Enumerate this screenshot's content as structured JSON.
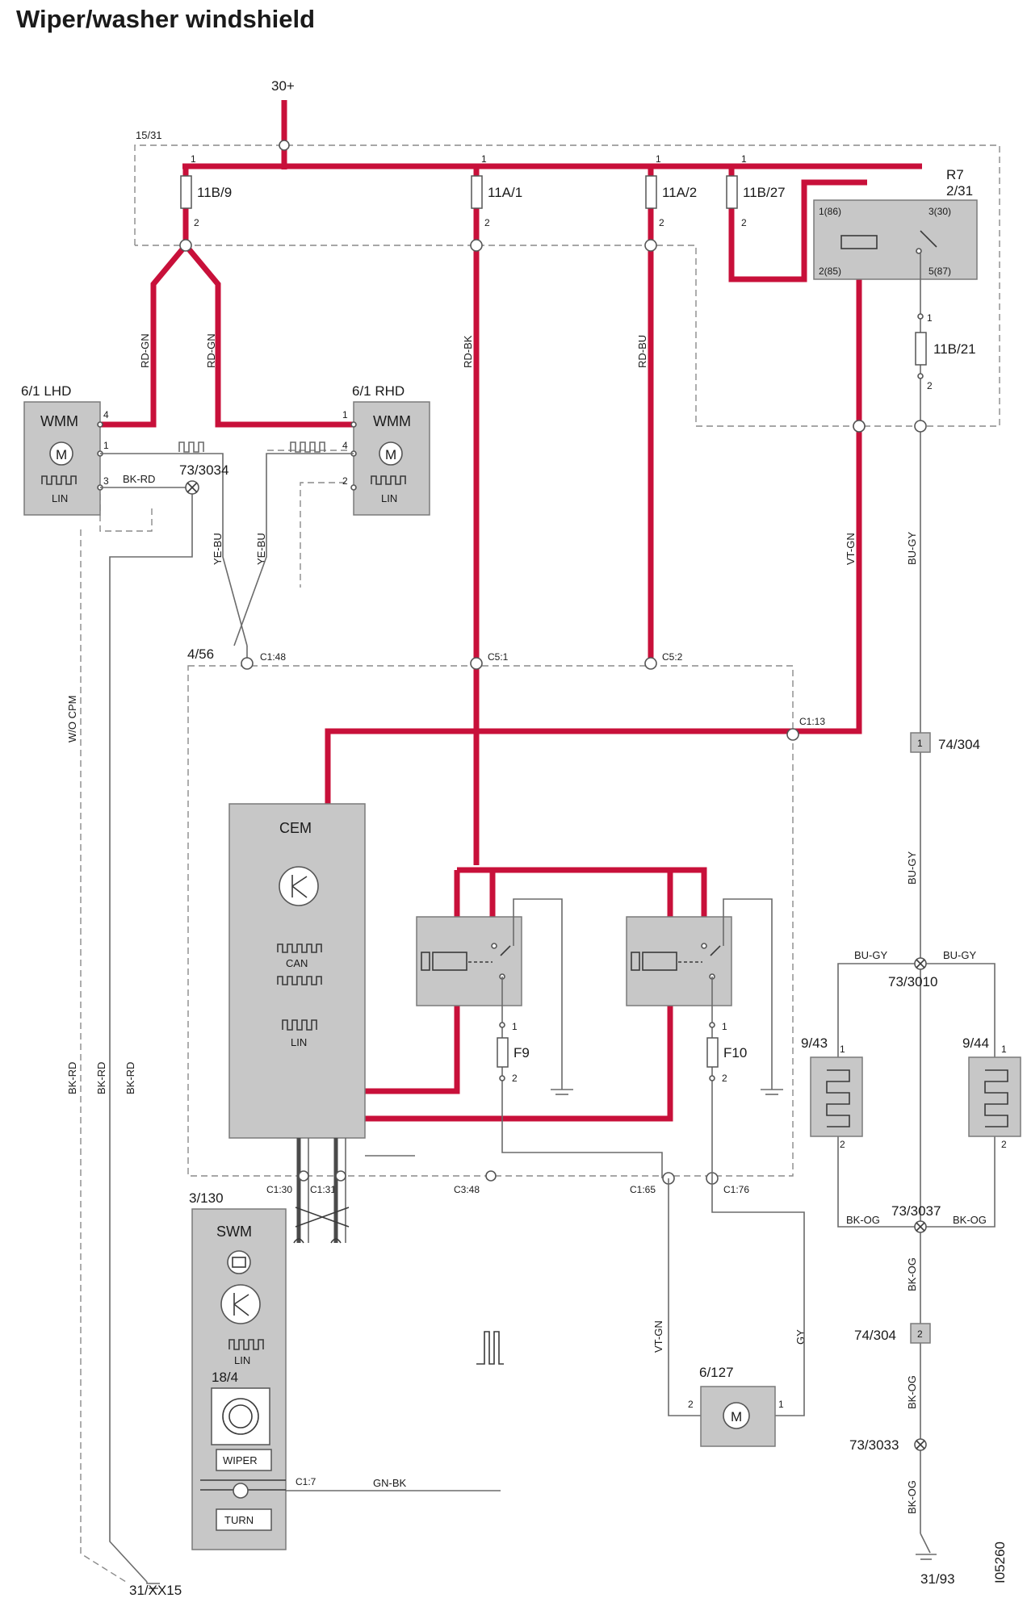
{
  "title": "Wiper/washer windshield",
  "figure_id": "I05260",
  "supply": {
    "terminal_30": "30+",
    "fusebox": "15/31"
  },
  "fuses": {
    "f11b9": "11B/9",
    "f11a1": "11A/1",
    "f11a2": "11A/2",
    "f11b27": "11B/27",
    "f11b21": "11B/21",
    "f9": "F9",
    "f10": "F10"
  },
  "relay_r7": {
    "name": "R7",
    "location": "2/31",
    "pin_86": "1(86)",
    "pin_85": "2(85)",
    "pin_30": "3(30)",
    "pin_87": "5(87)"
  },
  "modules": {
    "wmm_lhd": {
      "id": "6/1 LHD",
      "name": "WMM",
      "lin": "LIN"
    },
    "wmm_rhd": {
      "id": "6/1 RHD",
      "name": "WMM",
      "lin": "LIN"
    },
    "cem": {
      "id": "4/56",
      "name": "CEM",
      "can": "CAN",
      "lin": "LIN"
    },
    "swm": {
      "id": "3/130",
      "name": "SWM",
      "lin": "LIN",
      "switch_id": "18/4",
      "wiper": "WIPER",
      "turn": "TURN"
    },
    "washer_motor": {
      "id": "6/127",
      "m": "M"
    },
    "heater_left": "9/43",
    "heater_right": "9/44",
    "motor_m": "M"
  },
  "wire_colors": {
    "rd_gn": "RD-GN",
    "rd_bk": "RD-BK",
    "rd_bu": "RD-BU",
    "vt_gn": "VT-GN",
    "bu_gy": "BU-GY",
    "ye_bu": "YE-BU",
    "bk_rd": "BK-RD",
    "bk_og": "BK-OG",
    "gy": "GY",
    "gn_bk": "GN-BK",
    "wo_cpm": "W/O CPM"
  },
  "connectors": {
    "c1_48": "C1:48",
    "c5_1": "C5:1",
    "c5_2": "C5:2",
    "c1_13": "C1:13",
    "c1_30": "C1:30",
    "c1_31": "C1:31",
    "c3_48": "C3:48",
    "c1_65": "C1:65",
    "c1_76": "C1:76",
    "c1_7": "C1:7"
  },
  "splices": {
    "s73_3034": "73/3034",
    "s73_3010": "73/3010",
    "s73_3037": "73/3037",
    "s73_3033": "73/3033",
    "c74_304": "74/304"
  },
  "grounds": {
    "g31_xx15": "31/XX15",
    "g31_93": "31/93"
  },
  "pins": {
    "p1": "1",
    "p2": "2",
    "p3": "3",
    "p4": "4"
  },
  "colors": {
    "power_wire": "#c8103a",
    "component_fill": "#c7c7c7"
  }
}
